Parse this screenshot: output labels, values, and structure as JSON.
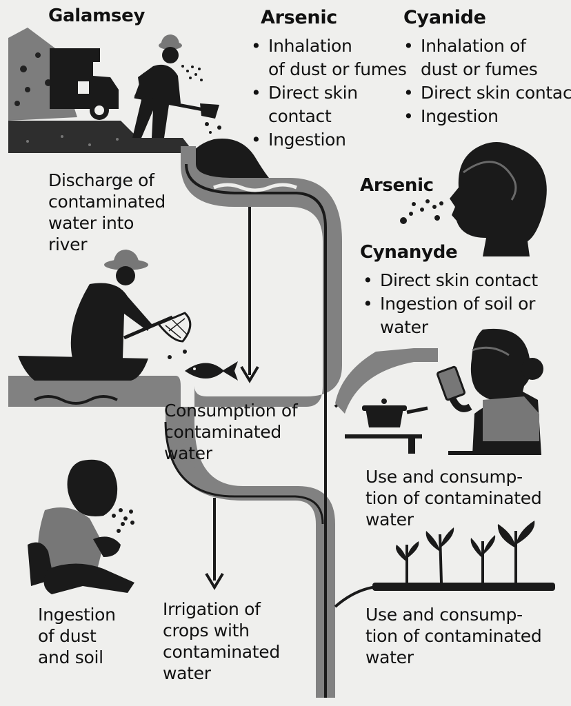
{
  "galamsey_heading": "Galamsey",
  "arsenic_mining": {
    "heading": "Arsenic",
    "items": [
      {
        "line1": "Inhalation",
        "line2": "of dust or fumes"
      },
      {
        "line1": "Direct skin",
        "line2": "contact"
      },
      {
        "line1": "Ingestion",
        "line2": ""
      }
    ]
  },
  "cyanide_mining": {
    "heading": "Cyanide",
    "items": [
      {
        "line1": "Inhalation of",
        "line2": "dust or fumes"
      },
      {
        "line1": "Direct skin contact",
        "line2": ""
      },
      {
        "line1": "Ingestion",
        "line2": ""
      }
    ]
  },
  "discharge": {
    "line1": "Discharge of",
    "line2": "contaminated",
    "line3": "water into",
    "line4": "river"
  },
  "arsenic_person_label": "Arsenic",
  "cyanide_person": {
    "heading": "Cynanyde",
    "items": [
      {
        "line1": "Direct skin contact",
        "line2": ""
      },
      {
        "line1": "Ingestion of soil or",
        "line2": "water"
      }
    ]
  },
  "consumption": {
    "line1": "Consumption of",
    "line2": "contaminated",
    "line3": "water"
  },
  "household_use": {
    "line1": "Use and consump-",
    "line2": "tion of contaminated",
    "line3": "water"
  },
  "child_ingestion": {
    "line1": "Ingestion",
    "line2": "of dust",
    "line3": "and soil"
  },
  "irrigation": {
    "line1": "Irrigation of",
    "line2": "crops with",
    "line3": "contaminated",
    "line4": "water"
  },
  "crop_use": {
    "line1": "Use and consump-",
    "line2": "tion of contaminated",
    "line3": "water"
  }
}
